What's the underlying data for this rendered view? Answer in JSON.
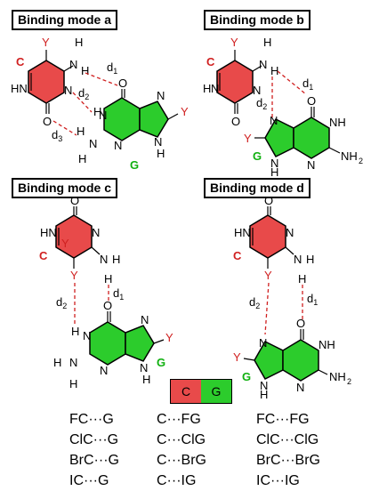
{
  "panels": {
    "a": {
      "title": "Binding mode a"
    },
    "b": {
      "title": "Binding mode b"
    },
    "c": {
      "title": "Binding mode c"
    },
    "d": {
      "title": "Binding mode d"
    }
  },
  "labels": {
    "cytosine": "C",
    "guanine": "G",
    "substituent": "Y",
    "d1": "d",
    "d2": "d",
    "d3": "d",
    "d1_sub": "1",
    "d2_sub": "2",
    "d3_sub": "3"
  },
  "key": {
    "left": "C",
    "right": "G"
  },
  "legend": {
    "col1": [
      "FC···G",
      "ClC···G",
      "BrC···G",
      "IC···G"
    ],
    "col2": [
      "C···FG",
      "C···ClG",
      "C···BrG",
      "C···IG"
    ],
    "col3": [
      "FC···FG",
      "ClC···ClG",
      "BrC···BrG",
      "IC···IG"
    ]
  },
  "colors": {
    "cytosine": "#e84a4a",
    "guanine": "#2ccc2c",
    "hbond": "#d02020",
    "label_red": "#d02020",
    "label_green": "#10b010"
  }
}
